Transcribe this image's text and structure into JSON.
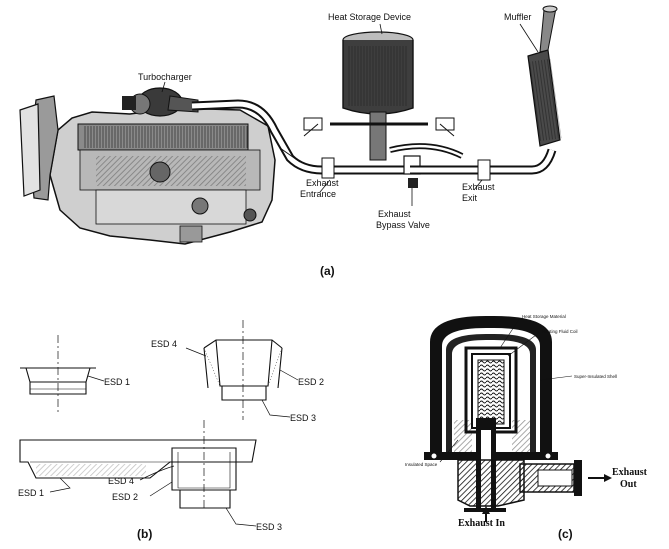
{
  "panel_a": {
    "turbocharger": "Turbocharger",
    "heat_storage_device": "Heat Storage Device",
    "muffler": "Muffler",
    "exhaust_entrance_1": "Exhaust",
    "exhaust_entrance_2": "Entrance",
    "exhaust_bypass_1": "Exhaust",
    "exhaust_bypass_2": "Bypass Valve",
    "exhaust_exit_1": "Exhaust",
    "exhaust_exit_2": "Exit",
    "caption": "(a)"
  },
  "panel_b": {
    "esd1_top": "ESD 1",
    "esd4_top": "ESD 4",
    "esd2_top": "ESD 2",
    "esd3_top": "ESD 3",
    "esd1_bottom": "ESD 1",
    "esd4_bottom": "ESD 4",
    "esd2_bottom": "ESD 2",
    "esd3_bottom": "ESD 3",
    "caption": "(b)"
  },
  "panel_c": {
    "heat_storage_material": "Heat Storage Material",
    "heating_fluid_coil": "Heating Fluid Coil",
    "super_insulated_shell": "Super-Insulated Shell",
    "insulated_space": "Insulated Space",
    "exhaust_out_1": "Exhaust",
    "exhaust_out_2": "Out",
    "exhaust_in": "Exhaust In",
    "caption": "(c)"
  }
}
